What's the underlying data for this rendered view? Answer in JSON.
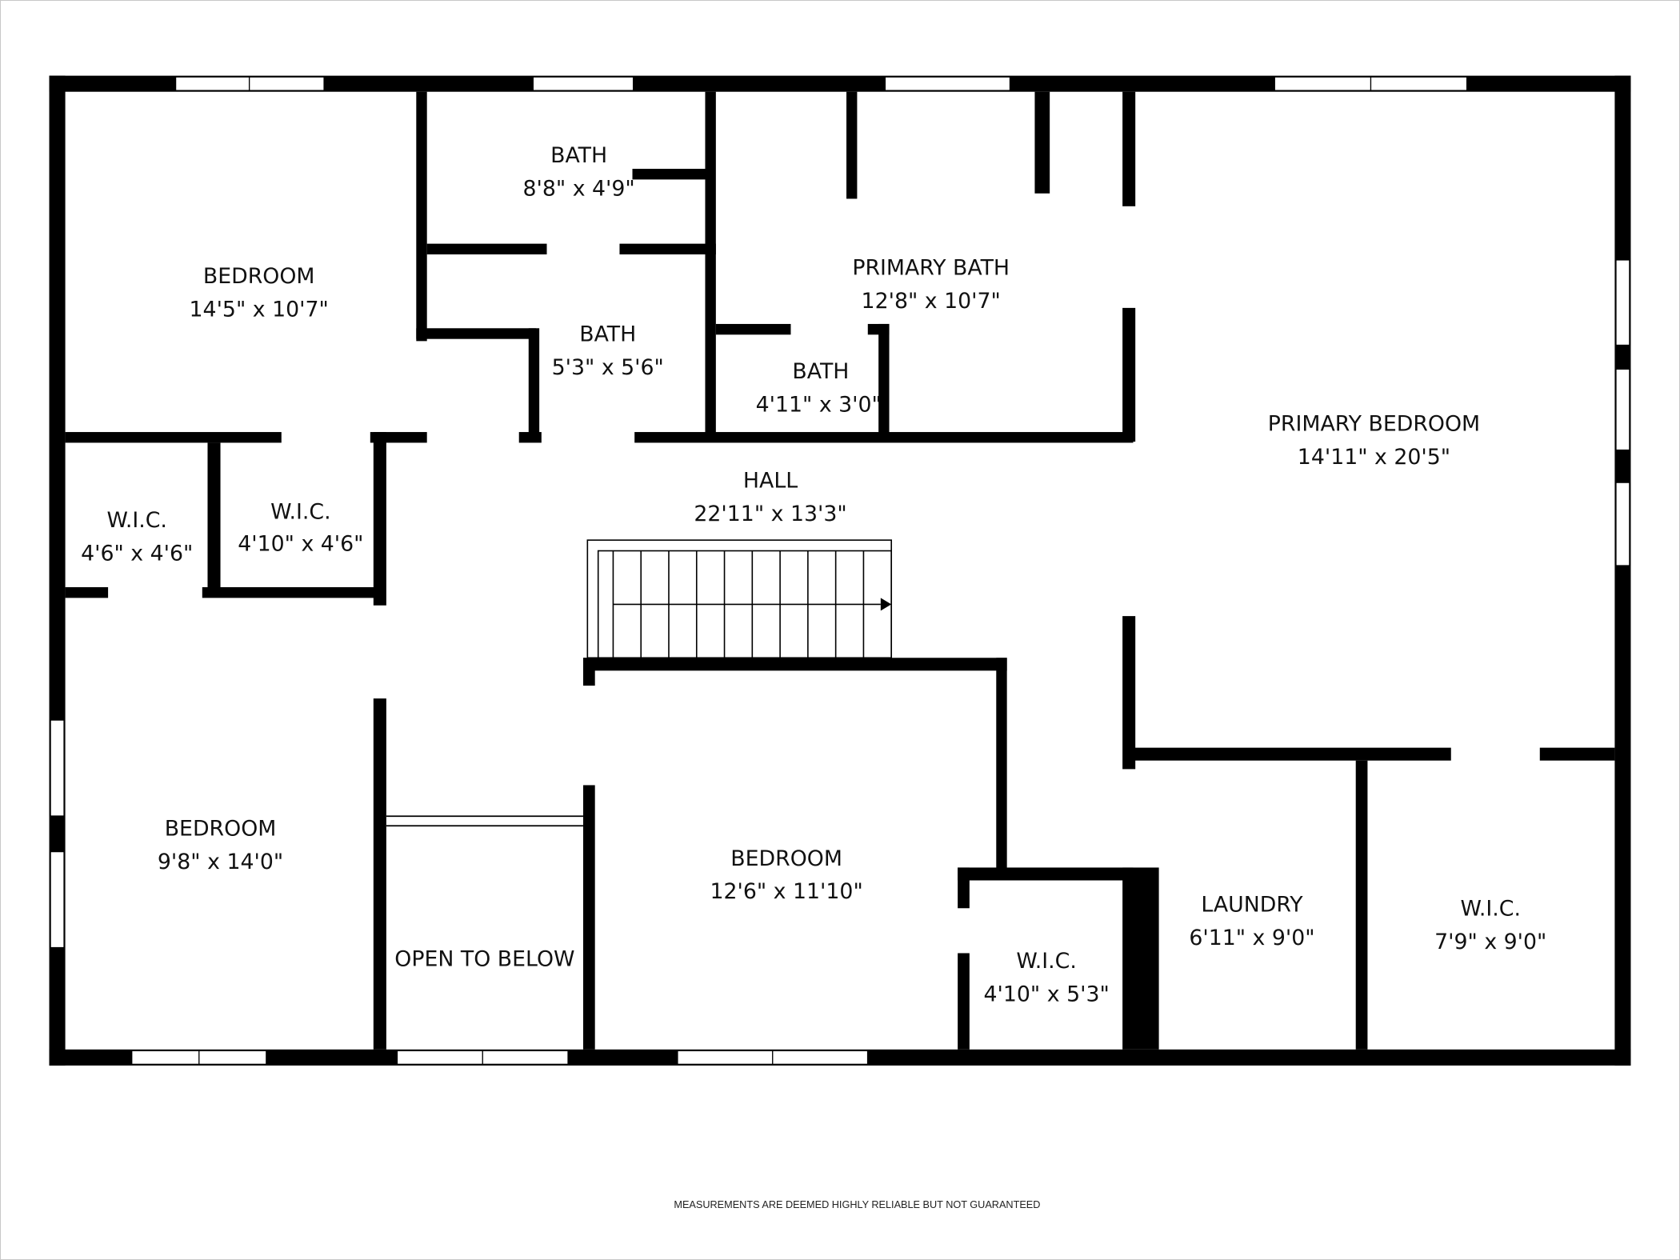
{
  "plan": {
    "rooms": [
      {
        "name": "BEDROOM",
        "dims": "14'5\" x 10'7\""
      },
      {
        "name": "BATH",
        "dims": "8'8\" x 4'9\""
      },
      {
        "name": "BATH",
        "dims": "5'3\" x 5'6\""
      },
      {
        "name": "PRIMARY BATH",
        "dims": "12'8\" x 10'7\""
      },
      {
        "name": "BATH",
        "dims": "4'11\" x 3'0\""
      },
      {
        "name": "PRIMARY BEDROOM",
        "dims": "14'11\" x 20'5\""
      },
      {
        "name": "W.I.C.",
        "dims": "4'6\" x 4'6\""
      },
      {
        "name": "W.I.C.",
        "dims": "4'10\" x 4'6\""
      },
      {
        "name": "HALL",
        "dims": "22'11\" x 13'3\""
      },
      {
        "name": "BEDROOM",
        "dims": "9'8\" x 14'0\""
      },
      {
        "name": "OPEN TO BELOW",
        "dims": ""
      },
      {
        "name": "BEDROOM",
        "dims": "12'6\" x 11'10\""
      },
      {
        "name": "W.I.C.",
        "dims": "4'10\" x 5'3\""
      },
      {
        "name": "LAUNDRY",
        "dims": "6'11\" x 9'0\""
      },
      {
        "name": "W.I.C.",
        "dims": "7'9\" x 9'0\""
      }
    ],
    "disclaimer": "MEASUREMENTS ARE DEEMED HIGHLY RELIABLE BUT NOT GUARANTEED"
  }
}
